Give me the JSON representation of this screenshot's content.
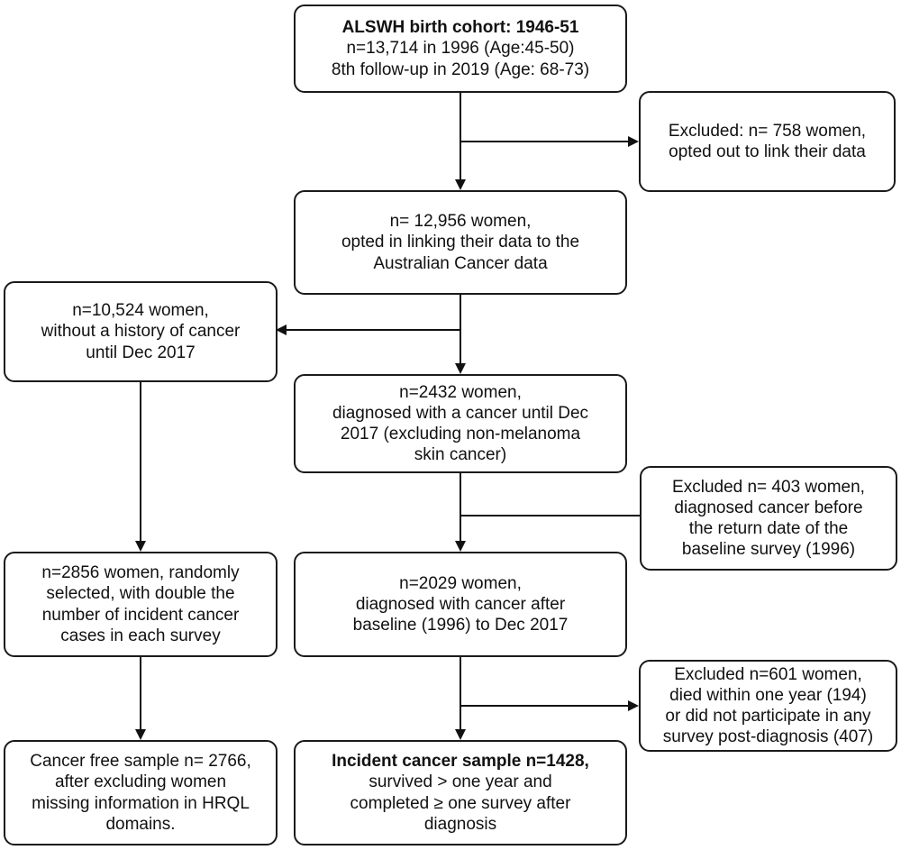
{
  "boxes": {
    "cohort": {
      "title_bold": "ALSWH birth cohort: 1946-51",
      "line2": "n=13,714 in 1996 (Age:45-50)",
      "line3": "8th follow-up in 2019 (Age: 68-73)"
    },
    "excluded_optout": {
      "line1": "Excluded: n= 758 women,",
      "line2": "opted out to link their data"
    },
    "opted_in": {
      "line1": "n= 12,956 women,",
      "line2": "opted in linking their data to the",
      "line3": "Australian Cancer data"
    },
    "no_cancer": {
      "line1": "n=10,524 women,",
      "line2": "without a history of cancer",
      "line3": "until Dec 2017"
    },
    "diagnosed": {
      "line1": "n=2432 women,",
      "line2": "diagnosed with a cancer until Dec",
      "line3": "2017 (excluding non-melanoma",
      "line4": "skin cancer)"
    },
    "excluded_before": {
      "line1": "Excluded n= 403 women,",
      "line2": "diagnosed cancer before",
      "line3": "the return date of the",
      "line4": "baseline survey (1996)"
    },
    "random_selected": {
      "line1": "n=2856 women, randomly",
      "line2": "selected, with double the",
      "line3": "number of incident cancer",
      "line4": "cases in each survey"
    },
    "after_baseline": {
      "line1": "n=2029 women,",
      "line2": "diagnosed with cancer after",
      "line3": "baseline (1996) to Dec 2017"
    },
    "excluded_died": {
      "line1": "Excluded n=601 women,",
      "line2": "died within one year (194)",
      "line3": "or did not participate in any",
      "line4": "survey post-diagnosis (407)"
    },
    "cancer_free": {
      "line1": "Cancer free sample n= 2766,",
      "line2": "after excluding women",
      "line3": "missing information in HRQL",
      "line4": "domains."
    },
    "incident": {
      "title_bold": "Incident cancer sample n=1428,",
      "line2": "survived > one year and",
      "line3": "completed ≥ one survey after",
      "line4": "diagnosis"
    }
  }
}
